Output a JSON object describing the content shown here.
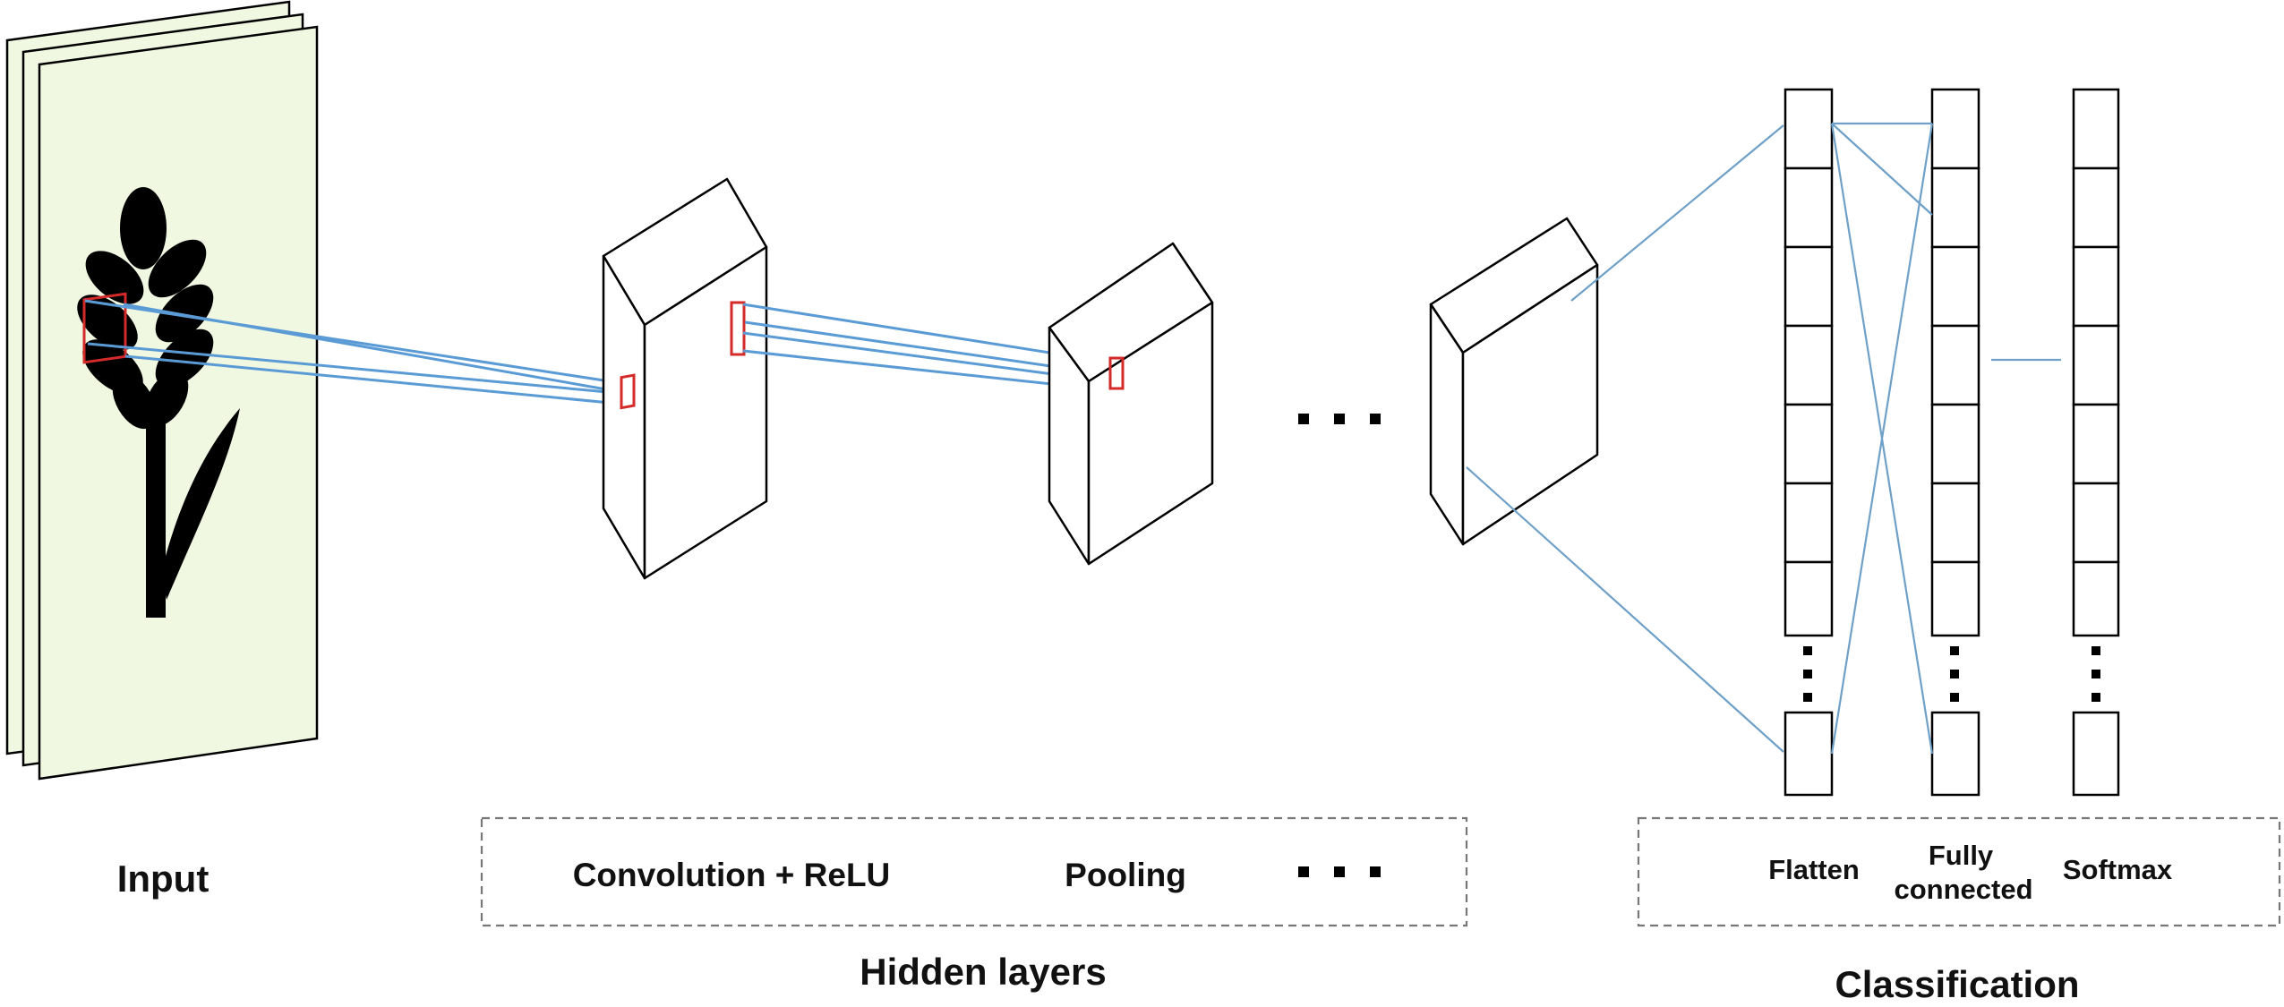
{
  "labels": {
    "input": "Input",
    "convolution": "Convolution + ReLU",
    "pooling": "Pooling",
    "hidden_layers": "Hidden layers",
    "flatten": "Flatten",
    "fully_connected_line1": "Fully",
    "fully_connected_line2": "connected",
    "softmax": "Softmax",
    "classification": "Classification"
  },
  "colors": {
    "input_panel": "#f0f8e2",
    "arrow": "#5b9bd5",
    "receptive_field": "#d42a2a",
    "connection": "#6fa0c8"
  },
  "icons": {
    "input_image": "wheat-spike-icon"
  }
}
